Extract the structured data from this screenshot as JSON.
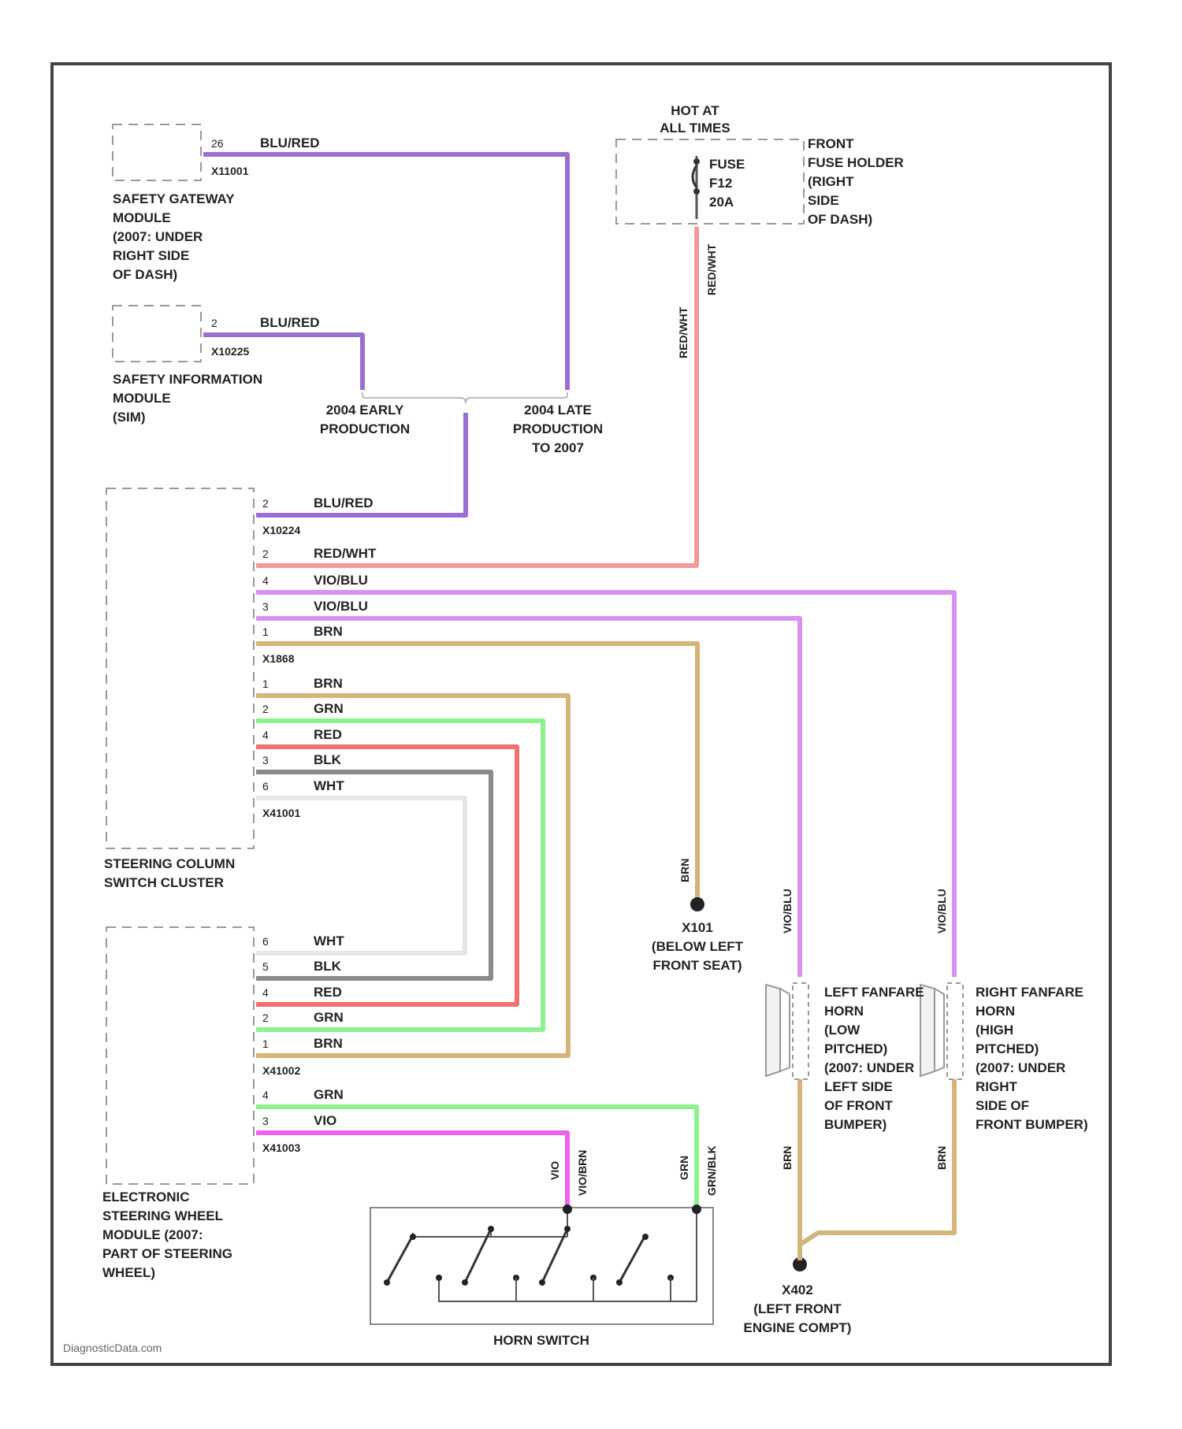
{
  "colors": {
    "blu_red": "#9b6fcf",
    "red_wht": "#f29a9a",
    "vio_blu": "#d990f0",
    "brn": "#d4b47a",
    "grn": "#8ef08e",
    "red": "#f07070",
    "blk": "#8a8a8a",
    "wht": "#e6e6e6",
    "vio": "#ee60ee"
  },
  "modules": {
    "safety_gateway": [
      "SAFETY GATEWAY",
      "MODULE",
      "(2007: UNDER",
      "RIGHT SIDE",
      "OF DASH)"
    ],
    "safety_info": [
      "SAFETY INFORMATION",
      "MODULE",
      "(SIM)"
    ],
    "steering_cluster": [
      "STEERING COLUMN",
      "SWITCH CLUSTER"
    ],
    "electronic_wheel": [
      "ELECTRONIC",
      "STEERING WHEEL",
      "MODULE (2007:",
      "PART OF STEERING",
      "WHEEL)"
    ],
    "fuse_holder": [
      "FRONT",
      "FUSE HOLDER",
      "(RIGHT",
      "SIDE",
      "OF DASH)"
    ],
    "left_horn": [
      "LEFT FANFARE",
      "HORN",
      "(LOW",
      "PITCHED)",
      "(2007: UNDER",
      "LEFT SIDE",
      "OF FRONT",
      "BUMPER)"
    ],
    "right_horn": [
      "RIGHT FANFARE",
      "HORN",
      "(HIGH",
      "PITCHED)",
      "(2007: UNDER",
      "RIGHT",
      "SIDE OF",
      "FRONT BUMPER)"
    ],
    "horn_switch": "HORN SWITCH"
  },
  "fuse": {
    "header": [
      "HOT AT",
      "ALL TIMES"
    ],
    "label": [
      "FUSE",
      "F12",
      "20A"
    ]
  },
  "production": {
    "early": [
      "2004 EARLY",
      "PRODUCTION"
    ],
    "late": [
      "2004 LATE",
      "PRODUCTION",
      "TO 2007"
    ]
  },
  "grounds": {
    "x101": [
      "X101",
      "(BELOW LEFT",
      "FRONT SEAT)"
    ],
    "x402": [
      "X402",
      "(LEFT FRONT",
      "ENGINE COMPT)"
    ]
  },
  "connectors": {
    "sgm": "X11001",
    "sim": "X10225",
    "scc_a": "X10224",
    "scc_b": "X1868",
    "scc_c": "X41001",
    "esw_a": "X41002",
    "esw_b": "X41003"
  },
  "wires": {
    "sgm": {
      "pin": "26",
      "color": "BLU/RED"
    },
    "sim": {
      "pin": "2",
      "color": "BLU/RED"
    },
    "scc_blu": {
      "pin": "2",
      "color": "BLU/RED"
    },
    "scc_redwht": {
      "pin": "2",
      "color": "RED/WHT"
    },
    "scc_vioblu1": {
      "pin": "4",
      "color": "VIO/BLU"
    },
    "scc_vioblu2": {
      "pin": "3",
      "color": "VIO/BLU"
    },
    "scc_brn": {
      "pin": "1",
      "color": "BRN"
    },
    "c_brn": {
      "pin": "1",
      "color": "BRN"
    },
    "c_grn": {
      "pin": "2",
      "color": "GRN"
    },
    "c_red": {
      "pin": "4",
      "color": "RED"
    },
    "c_blk": {
      "pin": "3",
      "color": "BLK"
    },
    "c_wht": {
      "pin": "6",
      "color": "WHT"
    },
    "e_wht": {
      "pin": "6",
      "color": "WHT"
    },
    "e_blk": {
      "pin": "5",
      "color": "BLK"
    },
    "e_red": {
      "pin": "4",
      "color": "RED"
    },
    "e_grn": {
      "pin": "2",
      "color": "GRN"
    },
    "e_brn": {
      "pin": "1",
      "color": "BRN"
    },
    "e2_grn": {
      "pin": "4",
      "color": "GRN"
    },
    "e2_vio": {
      "pin": "3",
      "color": "VIO"
    }
  },
  "vertical_labels": {
    "fuse_out": "RED/WHT",
    "fuse_pin": "RED/WHT",
    "x101_brn": "BRN",
    "left_vio": "VIO/BLU",
    "right_vio": "VIO/BLU",
    "left_brn": "BRN",
    "right_brn": "BRN",
    "sw_vio": "VIO",
    "sw_vio2": "VIO/BRN",
    "sw_grn": "GRN",
    "sw_grn2": "GRN/BLK"
  },
  "watermark": "DiagnosticData.com"
}
